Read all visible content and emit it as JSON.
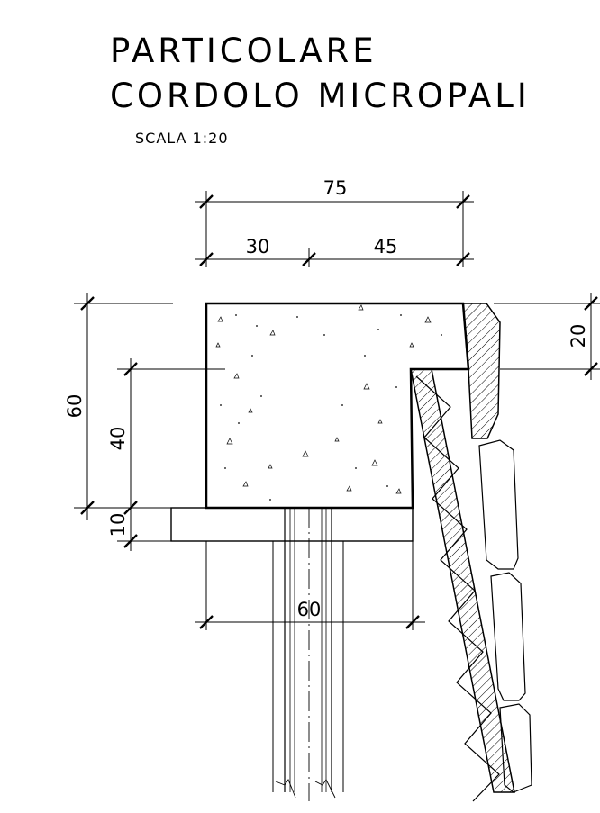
{
  "drawing": {
    "title_line1": "PARTICOLARE",
    "title_line2": "CORDOLO MICROPALI",
    "scale": "SCALA 1:20"
  },
  "dimensions": {
    "total_width": "75",
    "left_width": "30",
    "right_width": "45",
    "base_width": "60",
    "total_height": "60",
    "pile_embed": "40",
    "lean_concrete": "10",
    "step_height": "20"
  },
  "colors": {
    "line": "#000000",
    "background": "#ffffff"
  }
}
